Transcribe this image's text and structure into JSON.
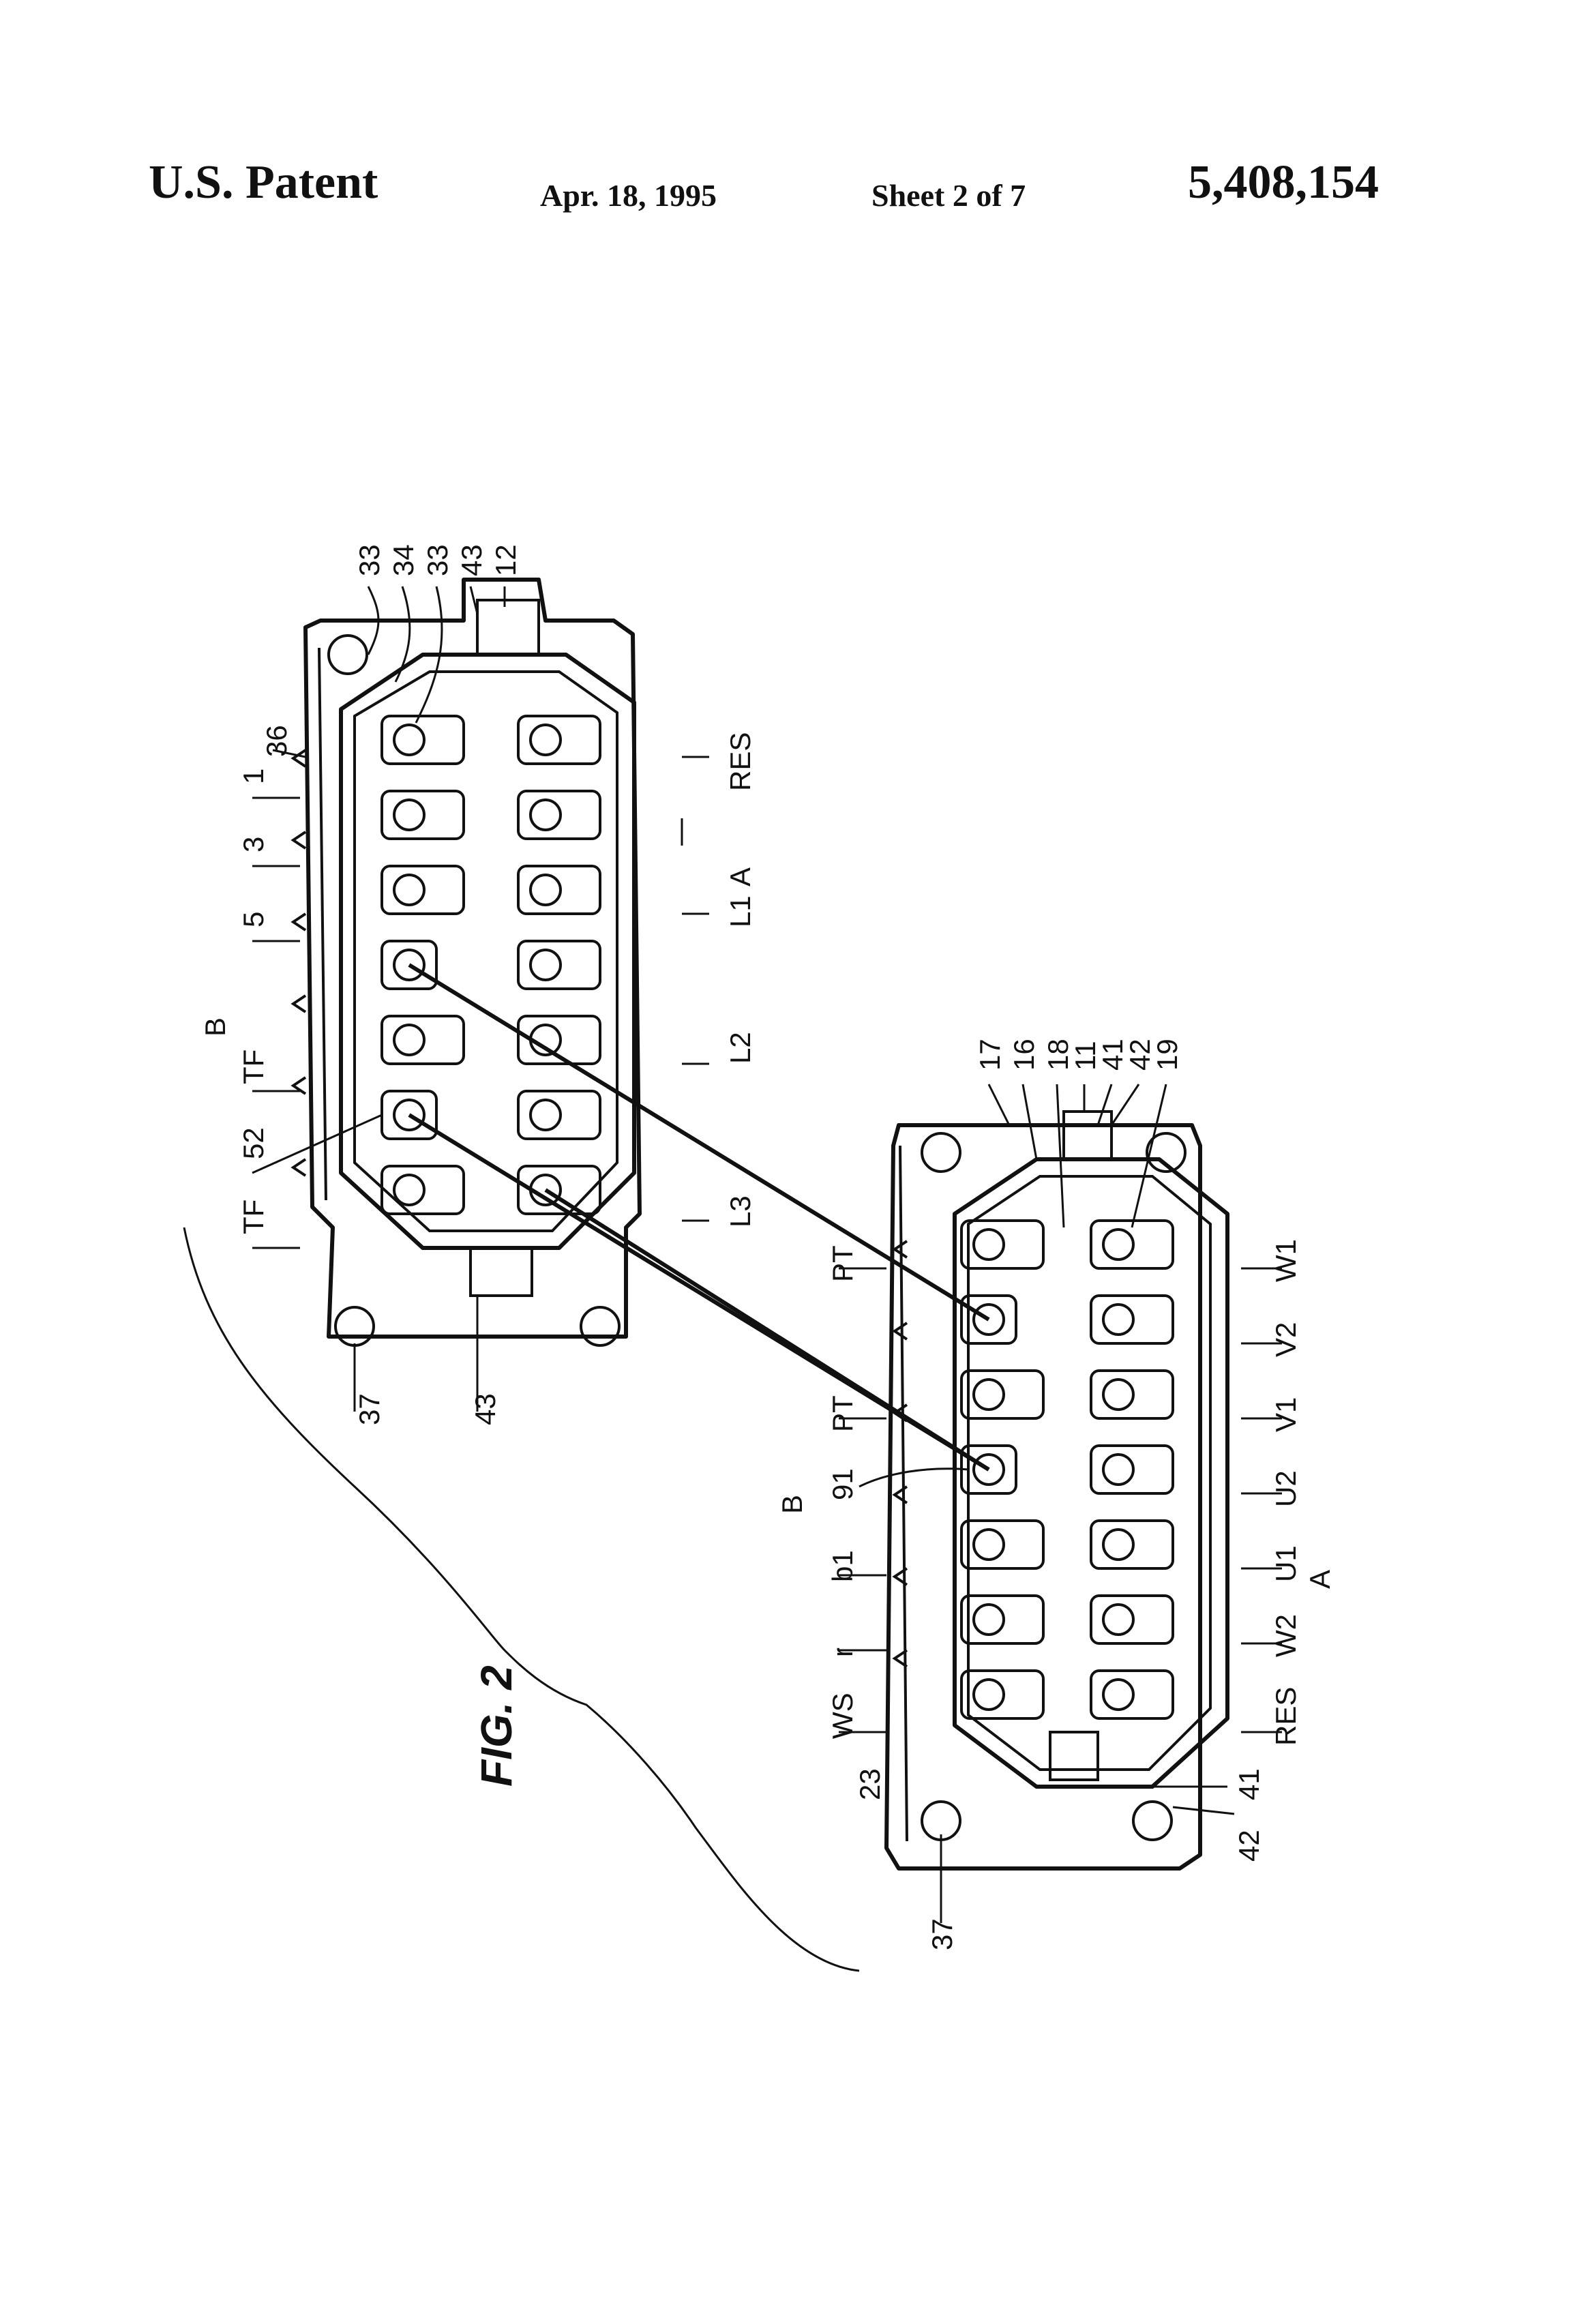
{
  "header": {
    "patent_label": "U.S. Patent",
    "date": "Apr. 18, 1995",
    "sheet": "Sheet 2 of 7",
    "patent_number": "5,408,154"
  },
  "figure": {
    "title": "FIG. 2",
    "upper_connector": {
      "top_labels": [
        "33",
        "34",
        "33",
        "43",
        "12"
      ],
      "left_pins": [
        "36",
        "1",
        "3",
        "5",
        "TF",
        "52",
        "TF"
      ],
      "right_pins": [
        "RES",
        "A",
        "L1",
        "L2",
        "L3"
      ],
      "view_marker": "B",
      "bottom_labels": [
        "37",
        "43"
      ]
    },
    "lower_connector": {
      "top_labels": [
        "17",
        "16",
        "18",
        "11",
        "41",
        "42",
        "19"
      ],
      "left_pins": [
        "PT",
        "PT",
        "91",
        "B",
        "b1",
        "r",
        "WS",
        "23"
      ],
      "right_pins": [
        "W1",
        "V2",
        "V1",
        "U2",
        "U1",
        "W2",
        "A",
        "RES"
      ],
      "bottom_labels": [
        "42",
        "41",
        "37"
      ]
    }
  }
}
